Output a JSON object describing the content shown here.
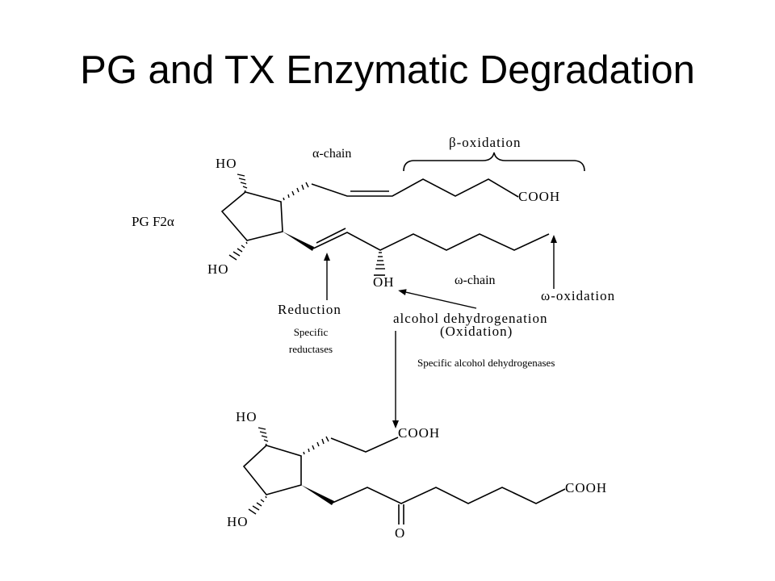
{
  "slide": {
    "title": "PG and TX Enzymatic Degradation"
  },
  "diagram": {
    "top_molecule": {
      "name": "PG F2α",
      "groups": {
        "ho_top": "HO",
        "ho_bottom": "HO",
        "cooh": "COOH",
        "oh": "OH"
      }
    },
    "bottom_molecule": {
      "groups": {
        "ho_top": "HO",
        "ho_bottom": "HO",
        "cooh_upper": "COOH",
        "cooh_lower": "COOH",
        "keto": "O"
      }
    },
    "labels": {
      "alpha_chain": "α-chain",
      "beta_oxidation": "β-oxidation",
      "omega_chain": "ω-chain",
      "omega_oxidation": "ω-oxidation",
      "reduction": "Reduction",
      "specific_reductases_line1": "Specific",
      "specific_reductases_line2": "reductases",
      "alcohol_dehydrogenation": "alcohol dehydrogenation",
      "oxidation": "(Oxidation)",
      "specific_alcohol_dehydrogenases": "Specific alcohol dehydrogenases"
    }
  }
}
